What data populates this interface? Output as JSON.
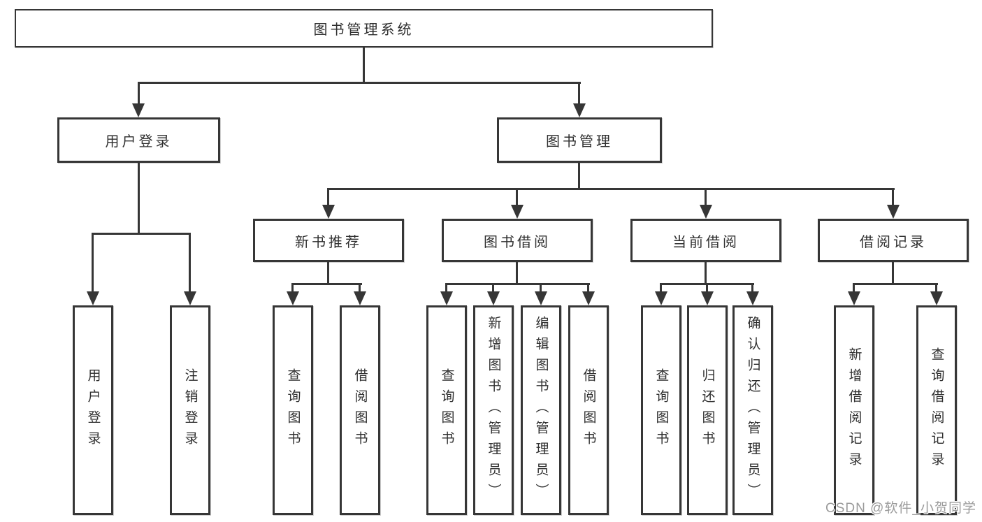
{
  "diagram": {
    "root": "图书管理系统",
    "level2": {
      "user_login": "用户登录",
      "book_management": "图书管理"
    },
    "level3": {
      "new_book_recommend": "新书推荐",
      "book_borrow": "图书借阅",
      "current_borrow": "当前借阅",
      "borrow_record": "借阅记录"
    },
    "leaves": {
      "g1": [
        "用户登录",
        "注销登录"
      ],
      "g2": [
        "查询图书",
        "借阅图书"
      ],
      "g3": [
        "查询图书",
        "新增图书（管理员）",
        "编辑图书（管理员）",
        "借阅图书"
      ],
      "g4": [
        "查询图书",
        "归还图书",
        "确认归还（管理员）"
      ],
      "g5": [
        "新增借阅记录",
        "查询借阅记录"
      ]
    }
  },
  "watermark": "CSDN @软件_小贺同学",
  "colors": {
    "line": "#363636",
    "background": "#ffffff",
    "watermark_text": "#9b9b9b"
  }
}
